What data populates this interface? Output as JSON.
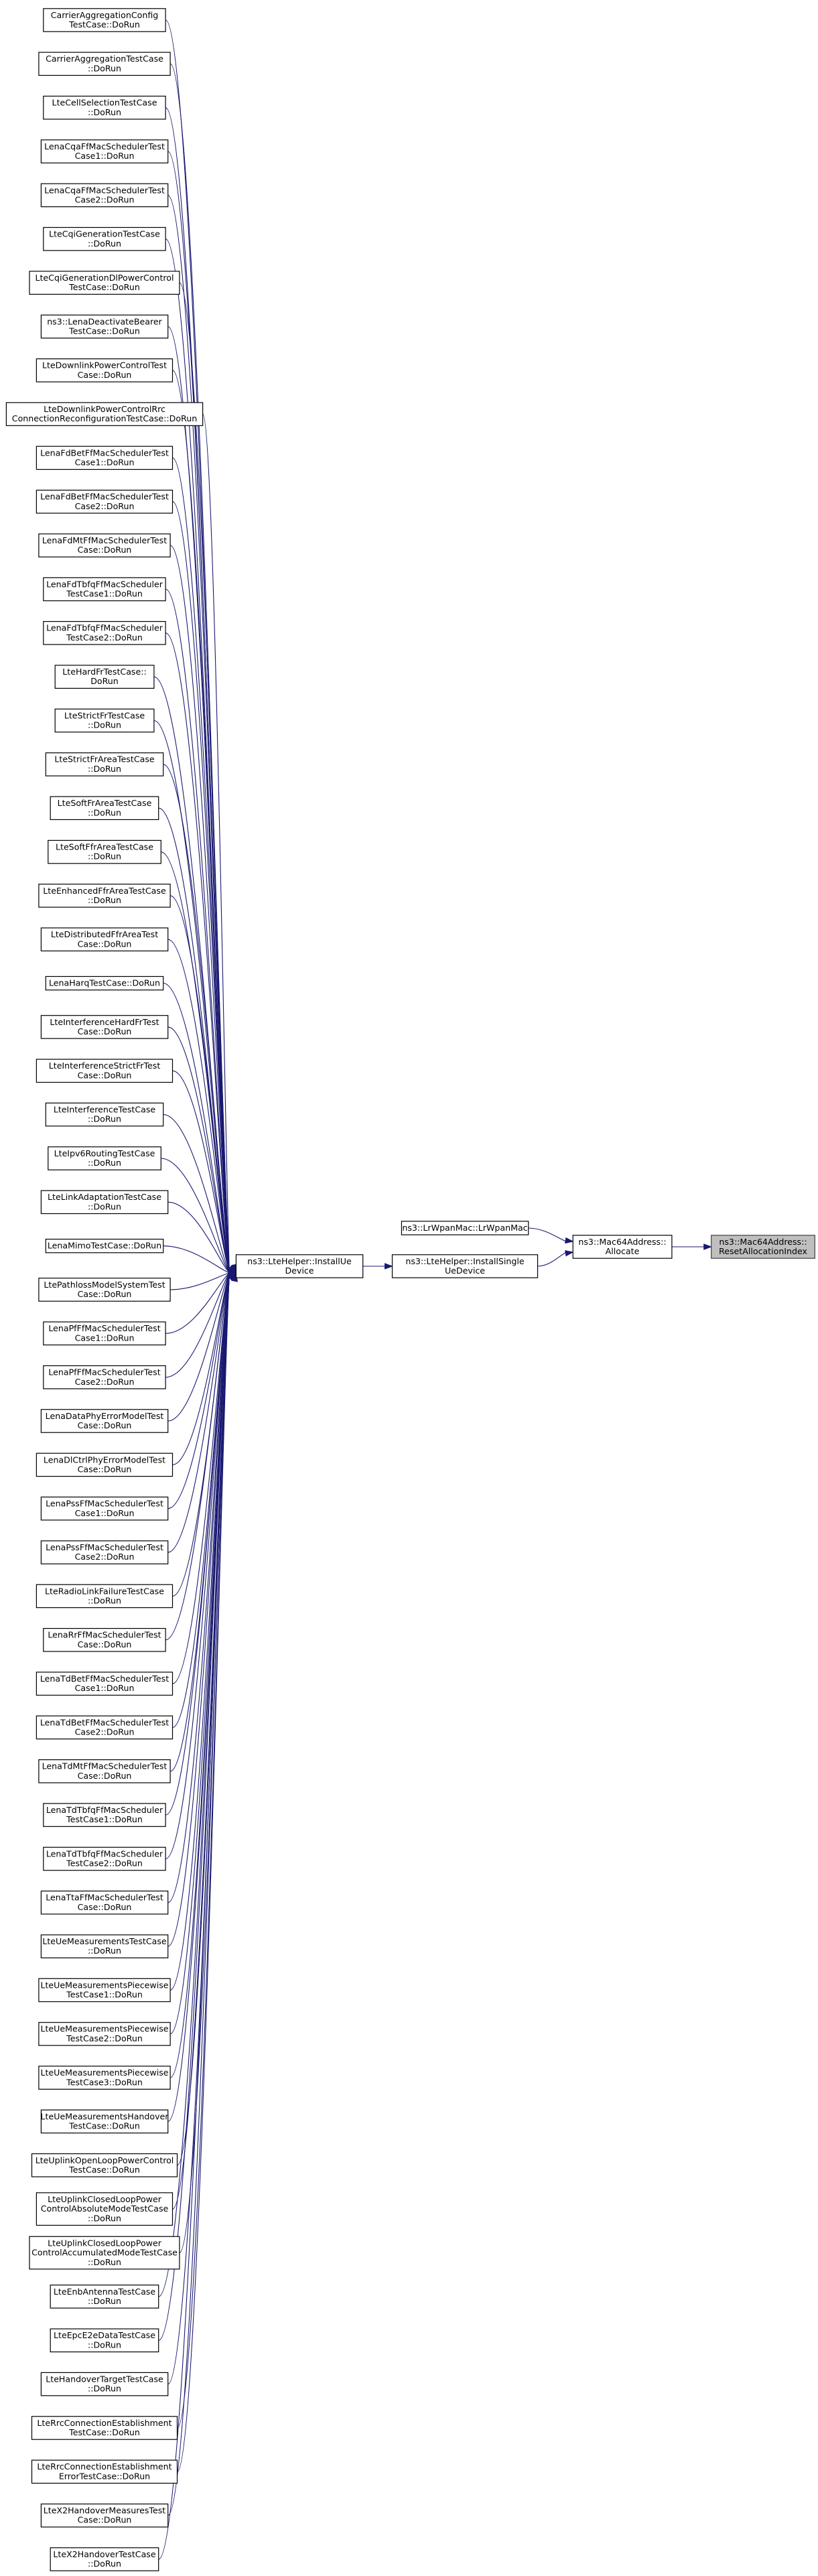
{
  "diagram": {
    "edge_color": "#191970",
    "focus_fill": "#bfbfbf",
    "target": {
      "id": "reset",
      "lines": [
        "ns3::Mac64Address::",
        "ResetAllocationIndex"
      ]
    },
    "middle_nodes": [
      {
        "id": "allocate",
        "lines": [
          "ns3::Mac64Address::",
          "Allocate"
        ]
      },
      {
        "id": "lrwpan",
        "lines": [
          "ns3::LrWpanMac::LrWpanMac"
        ]
      },
      {
        "id": "installsingle",
        "lines": [
          "ns3::LteHelper::InstallSingle",
          "UeDevice"
        ]
      },
      {
        "id": "installue",
        "lines": [
          "ns3::LteHelper::InstallUe",
          "Device"
        ]
      }
    ],
    "callers": [
      [
        "CarrierAggregationConfig",
        "TestCase::DoRun"
      ],
      [
        "CarrierAggregationTestCase",
        "::DoRun"
      ],
      [
        "LteCellSelectionTestCase",
        "::DoRun"
      ],
      [
        "LenaCqaFfMacSchedulerTest",
        "Case1::DoRun"
      ],
      [
        "LenaCqaFfMacSchedulerTest",
        "Case2::DoRun"
      ],
      [
        "LteCqiGenerationTestCase",
        "::DoRun"
      ],
      [
        "LteCqiGenerationDlPowerControl",
        "TestCase::DoRun"
      ],
      [
        "ns3::LenaDeactivateBearer",
        "TestCase::DoRun"
      ],
      [
        "LteDownlinkPowerControlTest",
        "Case::DoRun"
      ],
      [
        "LteDownlinkPowerControlRrc",
        "ConnectionReconfigurationTestCase::DoRun"
      ],
      [
        "LenaFdBetFfMacSchedulerTest",
        "Case1::DoRun"
      ],
      [
        "LenaFdBetFfMacSchedulerTest",
        "Case2::DoRun"
      ],
      [
        "LenaFdMtFfMacSchedulerTest",
        "Case::DoRun"
      ],
      [
        "LenaFdTbfqFfMacScheduler",
        "TestCase1::DoRun"
      ],
      [
        "LenaFdTbfqFfMacScheduler",
        "TestCase2::DoRun"
      ],
      [
        "LteHardFrTestCase::",
        "DoRun"
      ],
      [
        "LteStrictFrTestCase",
        "::DoRun"
      ],
      [
        "LteStrictFrAreaTestCase",
        "::DoRun"
      ],
      [
        "LteSoftFrAreaTestCase",
        "::DoRun"
      ],
      [
        "LteSoftFfrAreaTestCase",
        "::DoRun"
      ],
      [
        "LteEnhancedFfrAreaTestCase",
        "::DoRun"
      ],
      [
        "LteDistributedFfrAreaTest",
        "Case::DoRun"
      ],
      [
        "LenaHarqTestCase::DoRun"
      ],
      [
        "LteInterferenceHardFrTest",
        "Case::DoRun"
      ],
      [
        "LteInterferenceStrictFrTest",
        "Case::DoRun"
      ],
      [
        "LteInterferenceTestCase",
        "::DoRun"
      ],
      [
        "LteIpv6RoutingTestCase",
        "::DoRun"
      ],
      [
        "LteLinkAdaptationTestCase",
        "::DoRun"
      ],
      [
        "LenaMimoTestCase::DoRun"
      ],
      [
        "LtePathlossModelSystemTest",
        "Case::DoRun"
      ],
      [
        "LenaPfFfMacSchedulerTest",
        "Case1::DoRun"
      ],
      [
        "LenaPfFfMacSchedulerTest",
        "Case2::DoRun"
      ],
      [
        "LenaDataPhyErrorModelTest",
        "Case::DoRun"
      ],
      [
        "LenaDlCtrlPhyErrorModelTest",
        "Case::DoRun"
      ],
      [
        "LenaPssFfMacSchedulerTest",
        "Case1::DoRun"
      ],
      [
        "LenaPssFfMacSchedulerTest",
        "Case2::DoRun"
      ],
      [
        "LteRadioLinkFailureTestCase",
        "::DoRun"
      ],
      [
        "LenaRrFfMacSchedulerTest",
        "Case::DoRun"
      ],
      [
        "LenaTdBetFfMacSchedulerTest",
        "Case1::DoRun"
      ],
      [
        "LenaTdBetFfMacSchedulerTest",
        "Case2::DoRun"
      ],
      [
        "LenaTdMtFfMacSchedulerTest",
        "Case::DoRun"
      ],
      [
        "LenaTdTbfqFfMacScheduler",
        "TestCase1::DoRun"
      ],
      [
        "LenaTdTbfqFfMacScheduler",
        "TestCase2::DoRun"
      ],
      [
        "LenaTtaFfMacSchedulerTest",
        "Case::DoRun"
      ],
      [
        "LteUeMeasurementsTestCase",
        "::DoRun"
      ],
      [
        "LteUeMeasurementsPiecewise",
        "TestCase1::DoRun"
      ],
      [
        "LteUeMeasurementsPiecewise",
        "TestCase2::DoRun"
      ],
      [
        "LteUeMeasurementsPiecewise",
        "TestCase3::DoRun"
      ],
      [
        "LteUeMeasurementsHandover",
        "TestCase::DoRun"
      ],
      [
        "LteUplinkOpenLoopPowerControl",
        "TestCase::DoRun"
      ],
      [
        "LteUplinkClosedLoopPower",
        "ControlAbsoluteModeTestCase",
        "::DoRun"
      ],
      [
        "LteUplinkClosedLoopPower",
        "ControlAccumulatedModeTestCase",
        "::DoRun"
      ],
      [
        "LteEnbAntennaTestCase",
        "::DoRun"
      ],
      [
        "LteEpcE2eDataTestCase",
        "::DoRun"
      ],
      [
        "LteHandoverTargetTestCase",
        "::DoRun"
      ],
      [
        "LteRrcConnectionEstablishment",
        "TestCase::DoRun"
      ],
      [
        "LteRrcConnectionEstablishment",
        "ErrorTestCase::DoRun"
      ],
      [
        "LteX2HandoverMeasuresTest",
        "Case::DoRun"
      ],
      [
        "LteX2HandoverTestCase",
        "::DoRun"
      ]
    ]
  }
}
